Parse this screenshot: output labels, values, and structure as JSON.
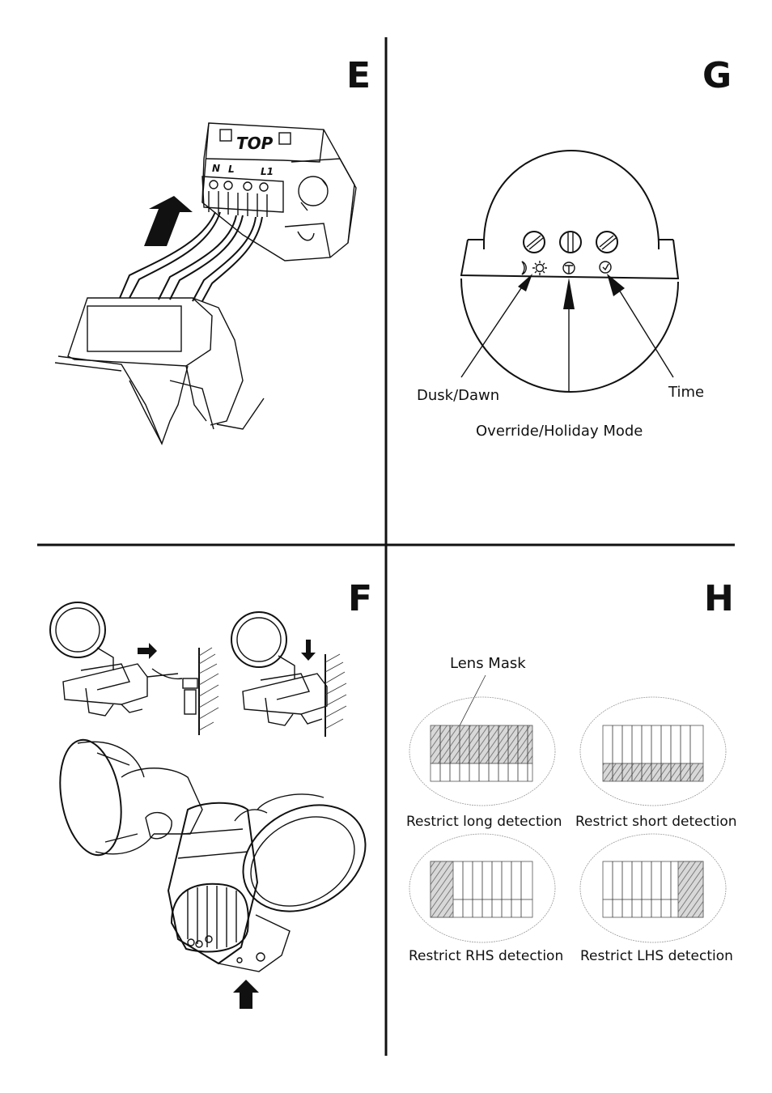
{
  "panels": {
    "e": {
      "letter": "E",
      "connector_top_label": "TOP",
      "terminal_labels": [
        "N",
        "L",
        "L1"
      ]
    },
    "g": {
      "letter": "G",
      "labels": {
        "dusk_dawn": "Dusk/Dawn",
        "time": "Time",
        "override": "Override/Holiday Mode"
      }
    },
    "f": {
      "letter": "F"
    },
    "h": {
      "letter": "H",
      "lens_mask_label": "Lens Mask",
      "captions": [
        "Restrict long detection",
        "Restrict short detection",
        "Restrict RHS detection",
        "Restrict LHS detection"
      ]
    }
  }
}
